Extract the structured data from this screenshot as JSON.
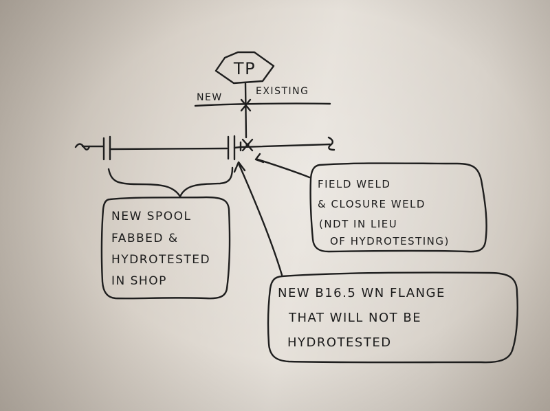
{
  "tp_label": "TP",
  "side_labels": {
    "new": "NEW",
    "existing": "EXISTING"
  },
  "spool_note": [
    "NEW SPOOL",
    "FABBED &",
    "HYDROTESTED",
    "IN SHOP"
  ],
  "weld_note": [
    "FIELD WELD",
    "& CLOSURE WELD",
    "(NDT IN LIEU",
    "OF HYDROTESTING)"
  ],
  "flange_note": [
    "NEW B16.5 WN FLANGE",
    "THAT WILL NOT BE",
    "HYDROTESTED"
  ]
}
